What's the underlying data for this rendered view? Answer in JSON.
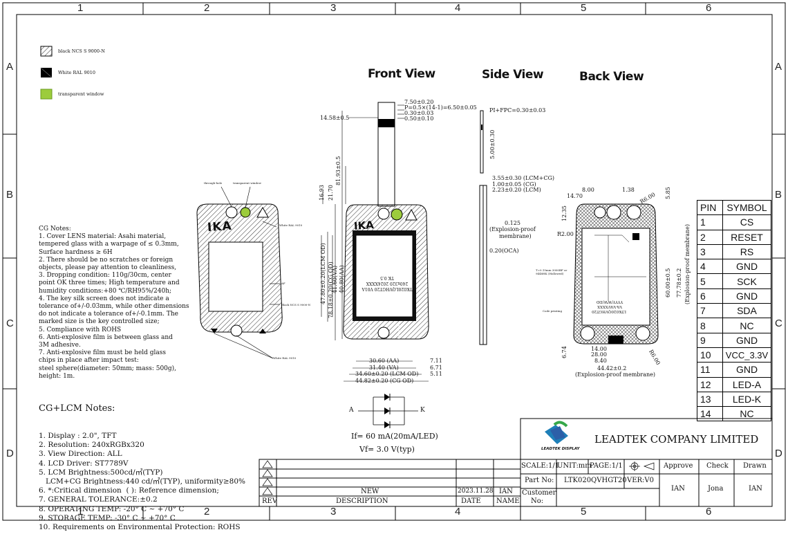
{
  "frame": {
    "columns": [
      "1",
      "2",
      "3",
      "4",
      "5",
      "6"
    ],
    "rows": [
      "A",
      "B",
      "C",
      "D"
    ]
  },
  "legend": [
    {
      "label": "black NCS S 9000-N",
      "pattern": "hatch"
    },
    {
      "label": "White RAL 9010",
      "pattern": "black"
    },
    {
      "label": "transparent window",
      "color": "#9ccc3c"
    }
  ],
  "views": {
    "front": "Front View",
    "side": "Side View",
    "back": "Back View"
  },
  "left_panel": {
    "callouts": [
      "through-hole",
      "transparent window",
      "White RAL 9010",
      "AF",
      "Black NCS S 9000-N",
      "White RAL 9010"
    ],
    "logo": "IKA"
  },
  "cg_notes_text": "CG Notes:\n1. Cover LENS material: Asahi material,\ntempered glass with a warpage of ≤ 0.3mm,\nSurface hardness ≥ 6H\n2. There should be no scratches or foreign\nobjects, please pay attention to cleanliness,\n3. Dropping condition: 110g/30cm, center\npoint OK three times; High temperature and\nhumidity conditions:+80 ℃/RH95%/240h;\n4. The key silk screen does not indicate a\ntolerance of+/-0.03mm, while other dimensions\ndo not indicate a tolerance of+/-0.1mm. The\nmarked size is the key controlled size;\n5. Compliance with ROHS\n6. Anti-explosive film is between glass and\n3M adhesive.\n7. Anti-explosive film must be held glass\nchips in place after impact test:\nsteel sphere(diameter: 50mm; mass: 500g),\nheight: 1m.",
  "lcm_notes": {
    "title": "CG+LCM Notes:",
    "text": "1. Display : 2.0\", TFT\n2. Resolution: 240xRGBx320\n3. View Direction: ALL\n4. LCD Driver: ST7789V\n5. LCM Brightness:500cd/㎡(TYP)\n   LCM+CG Brightness:440 cd/㎡(TYP), uniformity≥80%\n6. *:Critical dimension  ( ): Reference dimension;\n7. GENERAL TOLERANCE:±0.2\n8. OPERATING TEMP: -20° C ~ +70° C\n9. STORAGE TEMP: -30° C ~ +70° C\n10. Requirements on Environmental Protection: ROHS"
  },
  "front_dims": {
    "top": [
      "7.50±0.20",
      "P=0.5×(14-1)=6.50±0.05",
      "0.30±0.03",
      "0.50±0.10",
      "14.58±0.5"
    ],
    "vertical": [
      "81.93±0.5",
      "21.70",
      "16.93",
      "78.18±0.20(CG OD)",
      "47.80±0.20(LCM OD)",
      "41.60(VA)",
      "40.80(AA)"
    ],
    "bottom": [
      "30.60 (AA)",
      "31.40 (VA)",
      "34.60±0.20 (LCM OD)",
      "44.82±0.20 (CG OD)",
      "7.11",
      "6.71",
      "5.11"
    ],
    "lcd_text": [
      "TK020LQVHGT20 V01A",
      "240x320 2024XXXX",
      "TK 0.5"
    ]
  },
  "side_dims": [
    "PI+FPC=0.30±0.03",
    "5.00±0.30",
    "3.55±0.30 (LCM+CG)",
    "1.00±0.05 (CG)",
    "2.23±0.20 (LCM)",
    "0.125",
    "(Explosion-proof",
    "membrane)",
    "0.20(OCA)"
  ],
  "back_dims": [
    "8.00",
    "1.38",
    "14.70",
    "R6.00",
    "5.85",
    "12.35",
    "R2.00",
    "77.78±0.2",
    "(Explosion-proof membrane)",
    "60.00±0.5",
    "14.00",
    "28.00",
    "8.40",
    "6.74",
    "R6.00",
    "44.42±0.2",
    "(Explosion-proof membrane)",
    "T=0.15mm 3000BF or 9448HK (Hollowed)",
    "Code printing",
    "LTK020QVHGT20",
    "VA-VAVXXXX",
    "YYYY/WW/DD"
  ],
  "led_circuit": {
    "anode": "A",
    "cathode": "K",
    "if": "If= 60 mA(20mA/LED)",
    "vf": "Vf= 3.0 V(typ)"
  },
  "pin_table": {
    "headers": [
      "PIN",
      "SYMBOL"
    ],
    "rows": [
      [
        "1",
        "CS"
      ],
      [
        "2",
        "RESET"
      ],
      [
        "3",
        "RS"
      ],
      [
        "4",
        "GND"
      ],
      [
        "5",
        "SCK"
      ],
      [
        "6",
        "GND"
      ],
      [
        "7",
        "SDA"
      ],
      [
        "8",
        "NC"
      ],
      [
        "9",
        "GND"
      ],
      [
        "10",
        "VCC_3.3V"
      ],
      [
        "11",
        "GND"
      ],
      [
        "12",
        "LED-A"
      ],
      [
        "13",
        "LED-K"
      ],
      [
        "14",
        "NC"
      ]
    ]
  },
  "title_block": {
    "company": "LEADTEK COMPANY LIMITED",
    "logo_text": "LEADTEK DISPLAY",
    "scale": "SCALE:1/1",
    "unit": "UNIT:mm",
    "page": "PAGE:1/1",
    "approve": "Approve",
    "check": "Check",
    "drawn": "Drawn",
    "part_no_label": "Part No:",
    "part_no": "LTK020QVHGT20",
    "ver": "VER:V0",
    "approve_name": "IAN",
    "check_name": "Jona",
    "drawn_name": "IAN",
    "customer_label": "Customer",
    "no_label": "No:"
  },
  "revision": {
    "description": "NEW",
    "date": "2023.11.28",
    "name": "IAN",
    "headers": [
      "REV",
      "DESCRIPTION",
      "DATE",
      "NAME"
    ]
  }
}
